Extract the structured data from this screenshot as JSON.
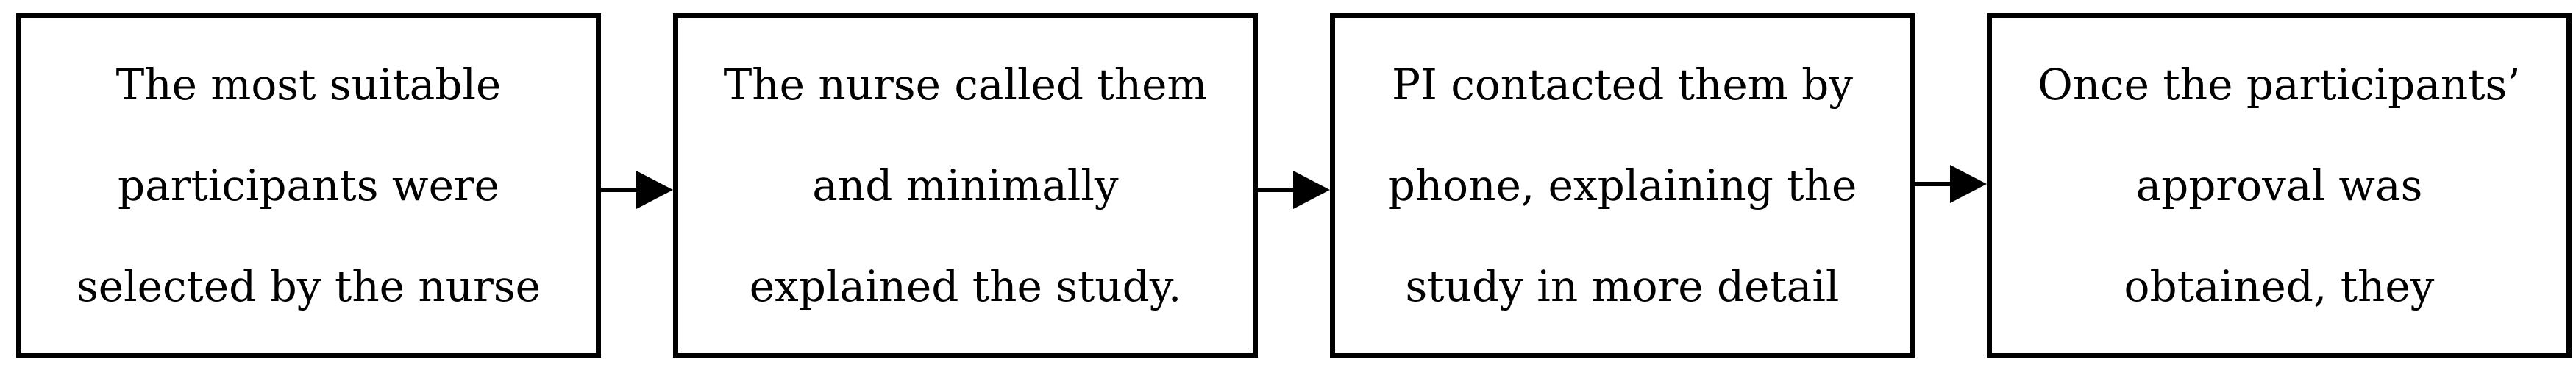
{
  "flow": {
    "steps": [
      {
        "lines": [
          "The most suitable",
          "participants were",
          "selected by the nurse"
        ]
      },
      {
        "lines": [
          "The nurse called them",
          "and minimally",
          "explained the study."
        ]
      },
      {
        "lines": [
          "PI contacted them by",
          "phone, explaining the",
          "study in more detail"
        ]
      },
      {
        "lines": [
          "Once the participants’",
          "approval was",
          "obtained, they"
        ]
      }
    ]
  },
  "colors": {
    "stroke": "#000000",
    "background": "#ffffff"
  }
}
